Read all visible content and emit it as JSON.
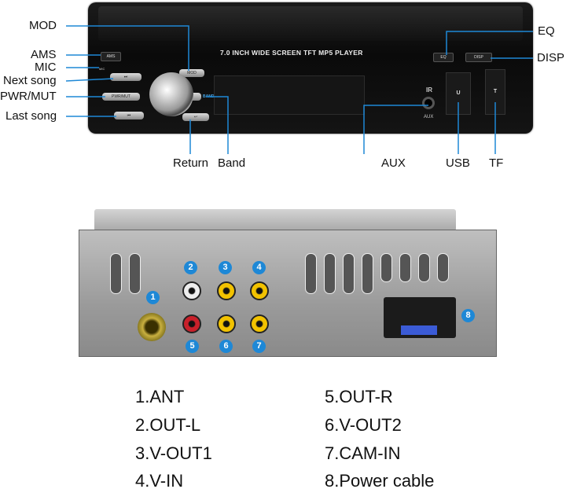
{
  "front_panel": {
    "title_text": "7.0 INCH WIDE SCREEN TFT  MP5  PLAYER",
    "buttons": {
      "ams": "AMS",
      "mod": "MOD",
      "pwr": "PWR/MUT",
      "band": "BAND",
      "eq": "EQ",
      "disp": "DISP",
      "usb": "U",
      "tf": "T",
      "ir": "IR",
      "aux": "AUX",
      "mic": "MIC"
    }
  },
  "callouts": {
    "mod": "MOD",
    "ams": "AMS",
    "mic": "MIC",
    "next": "Next song",
    "pwr": "PWR/MUT",
    "last": "Last song",
    "return": "Return",
    "band": "Band",
    "aux": "AUX",
    "usb": "USB",
    "tf": "TF",
    "eq": "EQ",
    "disp": "DISP"
  },
  "rear_numbers": [
    "1",
    "2",
    "3",
    "4",
    "5",
    "6",
    "7",
    "8"
  ],
  "legend": [
    "1.ANT",
    "2.OUT-L",
    "3.V-OUT1",
    "4.V-IN",
    "5.OUT-R",
    "6.V-OUT2",
    "7.CAM-IN",
    "8.Power cable"
  ],
  "colors": {
    "callout": "#1e88d6",
    "yellow_rca": "#f2c200",
    "red_rca": "#c8202a",
    "white_rca": "#f2f2f2"
  }
}
